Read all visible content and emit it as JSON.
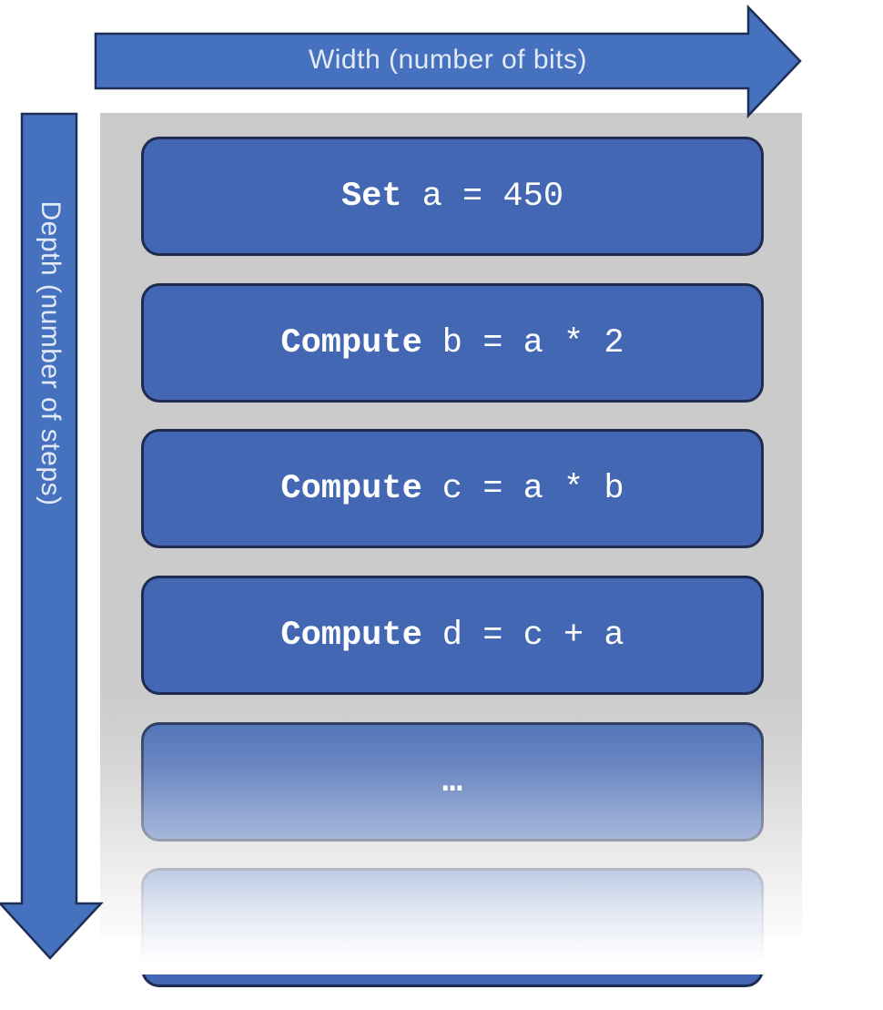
{
  "axes": {
    "width_label": "Width (number of bits)",
    "depth_label": "Depth (number of steps)"
  },
  "steps": [
    {
      "keyword": "Set",
      "expression": "a = 450"
    },
    {
      "keyword": "Compute",
      "expression": "b = a * 2"
    },
    {
      "keyword": "Compute",
      "expression": "c = a * b"
    },
    {
      "keyword": "Compute",
      "expression": "d = c + a"
    },
    {
      "keyword": "",
      "expression": "…"
    }
  ],
  "colors": {
    "arrow_fill": "#4571bf",
    "arrow_outline": "#1e2f55",
    "box_fill": "#4367b2",
    "box_outline": "#1d2c50",
    "panel_background": "#cbcbcb",
    "label_text": "#e3eaf6",
    "code_text": "#ffffff"
  }
}
